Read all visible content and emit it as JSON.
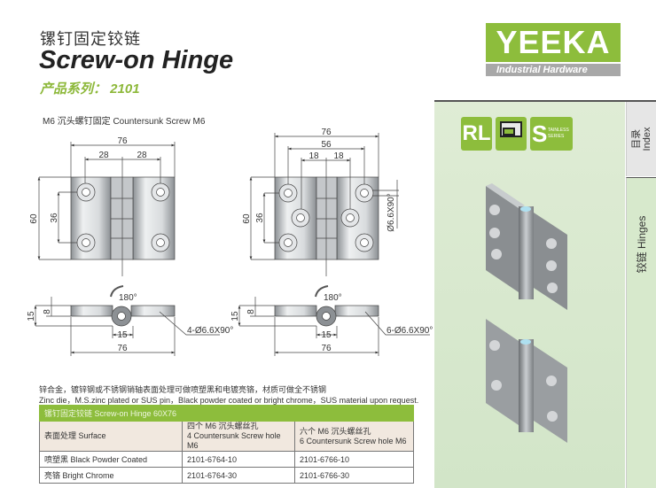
{
  "header": {
    "title_cn": "镙钉固定铰链",
    "title_en": "Screw-on Hinge",
    "series": "产品系列： 2101"
  },
  "logo": {
    "brand": "YEEKA",
    "tagline": "Industrial Hardware"
  },
  "badges": {
    "rl": "RL",
    "stainless_s": "S",
    "stainless_text": "TAINLESS SERIES"
  },
  "tabs": [
    {
      "cn": "目录",
      "en": "Index"
    },
    {
      "cn": "铰链",
      "en": "Hinges"
    }
  ],
  "drawing": {
    "subtitle": "M6 沉头螺钉固定  Countersunk Screw M6",
    "left": {
      "width": "76",
      "pitch_a": "28",
      "pitch_b": "28",
      "height": "60",
      "hole_span": "36",
      "rotation": "180°",
      "thick": "15",
      "plate": "8",
      "knuckle": "15",
      "bottom_width": "76",
      "callout": "4-Ø6.6X90°"
    },
    "right": {
      "width": "76",
      "outer": "56",
      "pitch_a": "18",
      "pitch_b": "18",
      "height": "60",
      "hole_span": "36",
      "hole_dia": "Ø6.6X90°",
      "rotation": "180°",
      "thick": "15",
      "plate": "8",
      "knuckle": "15",
      "bottom_width": "76",
      "callout": "6-Ø6.6X90°"
    }
  },
  "note": {
    "cn": "锌合金，镀锌钢或不锈钢销轴表面处理可做喷塑黑和电镀亮铬，材质可做全不锈钢",
    "en": "Zinc die，M.S.zinc plated or SUS pin，Black  powder coated or bright chrome，SUS material upon request."
  },
  "table": {
    "title": "镙钉固定铰链  Screw-on Hinge 60X76",
    "header": [
      "表面处理 Surface",
      [
        "四个 M6 沉头螺丝孔",
        "4 Countersunk Screw hole M6"
      ],
      [
        "六个 M6 沉头螺丝孔",
        "6 Countersunk Screw hole M6"
      ]
    ],
    "rows": [
      [
        "喷塑黑 Black Powder Coated",
        "2101-6764-10",
        "2101-6766-10"
      ],
      [
        "亮铬 Bright Chrome",
        "2101-6764-30",
        "2101-6766-30"
      ]
    ]
  },
  "colors": {
    "accent": "#8dbd3c",
    "panel": "#d7e9cc"
  }
}
